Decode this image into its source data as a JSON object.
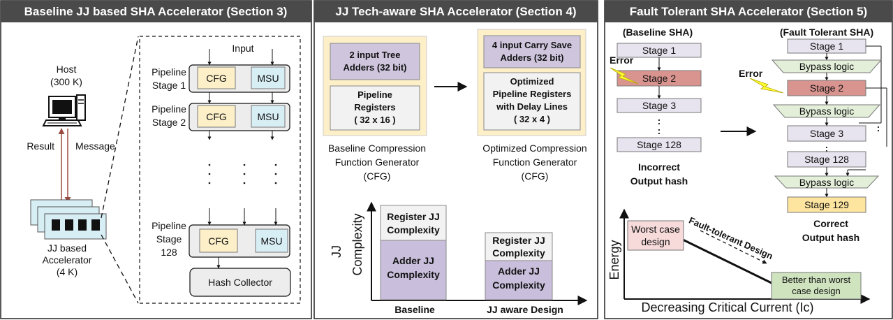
{
  "colors": {
    "header_bg": "#4a4a4a",
    "cfg_fill": "#fdf0c8",
    "msu_fill": "#d8eef5",
    "tree_fill": "#cfc6de",
    "adder_fill": "#c9bfdc",
    "register_fill": "#f2f2f2",
    "stage_fill": "#e8e4ef",
    "stage_error_fill": "#d9948f",
    "bypass_fill": "#e3efd9",
    "stage129_fill": "#fde5a0",
    "worst_fill": "#f7dada",
    "better_fill": "#cfe3bf",
    "arrow_red": "#9b4a3f",
    "bolt_yellow": "#ffff33"
  },
  "panel1": {
    "title": "Baseline JJ based SHA Accelerator  (Section 3)",
    "host_label": "Host",
    "host_temp": "(300 K)",
    "result_label": "Result",
    "message_label": "Message",
    "accel_label_1": "JJ based",
    "accel_label_2": "Accelerator",
    "accel_temp": "(4 K)",
    "input_label": "Input",
    "pipeline_word": "Pipeline",
    "stage1": "Stage 1",
    "stage2": "Stage 2",
    "stage_word": "Stage",
    "stage128_num": "128",
    "cfg": "CFG",
    "msu": "MSU",
    "dots": ". . .",
    "hash_collector": "Hash Collector"
  },
  "panel2": {
    "title": "JJ Tech-aware SHA Accelerator (Section 4)",
    "tree_adders_1": "2 input Tree",
    "tree_adders_2": "Adders (32 bit)",
    "pipe_regs_1": "Pipeline",
    "pipe_regs_2": "Registers",
    "pipe_regs_3": "( 32 x 16 )",
    "csa_1": "4 input Carry Save",
    "csa_2": "Adders (32 bit)",
    "opt_regs_1": "Optimized",
    "opt_regs_2": "Pipeline Registers",
    "opt_regs_3": "with Delay Lines",
    "opt_regs_4": "( 32 x 4 )",
    "baseline_cap_1": "Baseline Compression",
    "baseline_cap_2": "Function Generator",
    "baseline_cap_3": "(CFG)",
    "opt_cap_1": "Optimized Compression",
    "opt_cap_2": "Function Generator",
    "opt_cap_3": "(CFG)",
    "y_label_1": "JJ",
    "y_label_2": "Complexity",
    "reg_jj_1": "Register JJ",
    "reg_jj_2": "Complexity",
    "adder_jj_1": "Adder JJ",
    "adder_jj_2": "Complexity",
    "x_baseline": "Baseline",
    "x_jj_aware": "JJ aware Design"
  },
  "panel3": {
    "title": "Fault Tolerant SHA Accelerator (Section 5)",
    "baseline_sha": "(Baseline SHA)",
    "ft_sha": "(Fault Tolerant SHA)",
    "stage1": "Stage 1",
    "stage2": "Stage 2",
    "stage3": "Stage 3",
    "stage128": "Stage 128",
    "stage129": "Stage 129",
    "error": "Error",
    "bypass": "Bypass logic",
    "vdots": ":",
    "incorrect_1": "Incorrect",
    "incorrect_2": "Output hash",
    "correct_1": "Correct",
    "correct_2": "Output hash",
    "energy": "Energy",
    "worst_1": "Worst case",
    "worst_2": "design",
    "ft_design": "Fault-tolerant Design",
    "better_1": "Better than worst",
    "better_2": "case design",
    "x_axis": "Decreasing Critical Current (Ic)"
  }
}
